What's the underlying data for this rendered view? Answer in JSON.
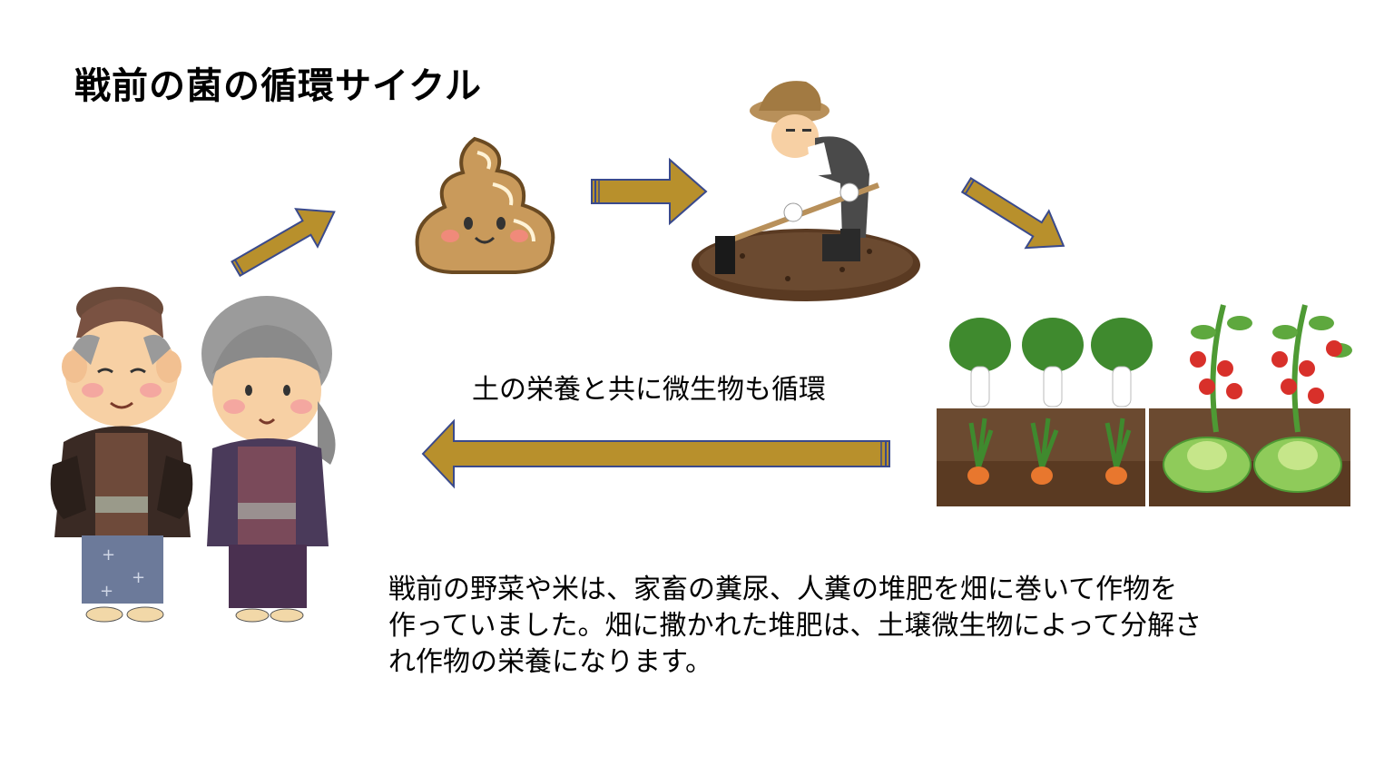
{
  "title": "戦前の菌の循環サイクル",
  "cycle_label": "土の栄養と共に微生物も循環",
  "description": [
    "戦前の野菜や米は、家畜の糞尿、人糞の堆肥を畑に巻いて作物を",
    "作っていました。畑に撒かれた堆肥は、土壌微生物によって分解さ",
    "れ作物の栄養になります。"
  ],
  "colors": {
    "arrow_fill": "#b8902c",
    "arrow_stroke": "#3a4a8c",
    "poop": "#c99a5b",
    "soil": "#5a3a22"
  },
  "icons": [
    "elderly-couple-illustration",
    "poop-illustration",
    "farmer-hoeing-illustration",
    "vegetable-field-illustration"
  ]
}
